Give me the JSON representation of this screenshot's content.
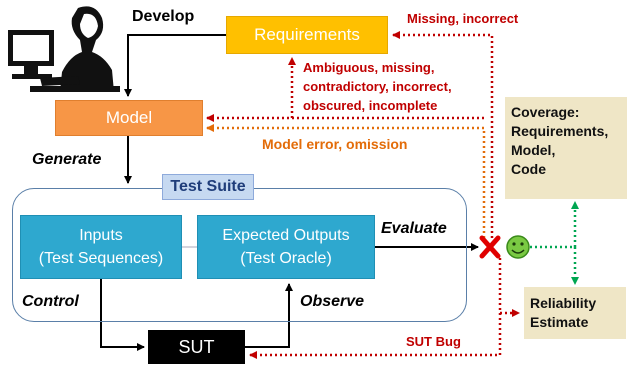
{
  "nodes": {
    "requirements": "Requirements",
    "model": "Model",
    "test_suite": "Test Suite",
    "inputs_line1": "Inputs",
    "inputs_line2": "(Test Sequences)",
    "outputs_line1": "Expected Outputs",
    "outputs_line2": "(Test Oracle)",
    "sut": "SUT",
    "coverage_line1": "Coverage:",
    "coverage_line2": "Requirements,",
    "coverage_line3": "Model,",
    "coverage_line4": "Code",
    "reliability_line1": "Reliability",
    "reliability_line2": "Estimate"
  },
  "edges": {
    "develop": "Develop",
    "generate": "Generate",
    "evaluate": "Evaluate",
    "control": "Control",
    "observe": "Observe",
    "missing_incorrect": "Missing, incorrect",
    "ambiguous_line1": "Ambiguous, missing,",
    "ambiguous_line2": "contradictory, incorrect,",
    "ambiguous_line3": "obscured, incomplete",
    "model_error": "Model error, omission",
    "sut_bug": "SUT Bug"
  },
  "icons": {
    "person": "person-at-computer-icon",
    "fail": "red-x-icon",
    "pass": "green-smiley-icon"
  },
  "colors": {
    "requirements": "#ffc000",
    "model": "#f79646",
    "test_boxes": "#2ea8cf",
    "feedback_red": "#c00000",
    "feedback_orange": "#e36c09",
    "result_green": "#00a651",
    "result_boxes": "#efe6c6"
  }
}
